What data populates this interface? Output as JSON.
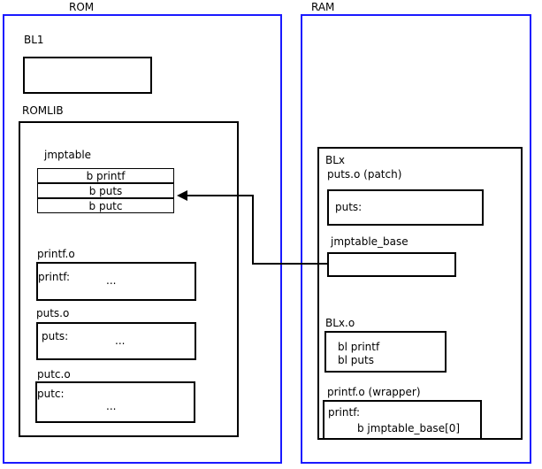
{
  "diagram": {
    "regions": [
      {
        "id": "rom",
        "title": "ROM"
      },
      {
        "id": "ram",
        "title": "RAM"
      }
    ],
    "rom": {
      "bl1_label": "BL1",
      "romlib_label": "ROMLIB",
      "jmptable_label": "jmptable",
      "jmptable_entries": [
        "b printf",
        "b puts",
        "b putc"
      ],
      "modules": [
        {
          "label": "printf.o",
          "symbol": "printf:",
          "body": "..."
        },
        {
          "label": "puts.o",
          "symbol": "puts:",
          "body": "..."
        },
        {
          "label": "putc.o",
          "symbol": "putc:",
          "body": "..."
        }
      ]
    },
    "ram": {
      "blx_label": "BLx",
      "puts_patch_label": "puts.o (patch)",
      "puts_patch_symbol": "puts:",
      "jmptable_base_label": "jmptable_base",
      "blx_o_label": "BLx.o",
      "blx_o_lines": [
        "bl printf",
        "bl puts"
      ],
      "printf_wrapper_label": "printf.o (wrapper)",
      "printf_wrapper_symbol": "printf:",
      "printf_wrapper_branch": "b jmptable_base[0]"
    },
    "colors": {
      "region_border": "#1a1aff",
      "box_border": "#000000",
      "connector": "#000000",
      "background": "#ffffff"
    }
  }
}
